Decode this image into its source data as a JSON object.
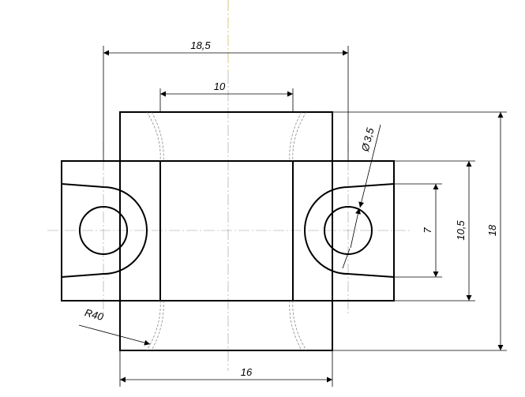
{
  "dimensions": {
    "top_width": "18,5",
    "inner_width": "10",
    "hole_diameter": "3,5",
    "hole_diameter_symbol": "Ø",
    "slot_height": "7",
    "flange_height": "10,5",
    "total_height": "18",
    "radius": "R40",
    "bottom_width": "16"
  }
}
